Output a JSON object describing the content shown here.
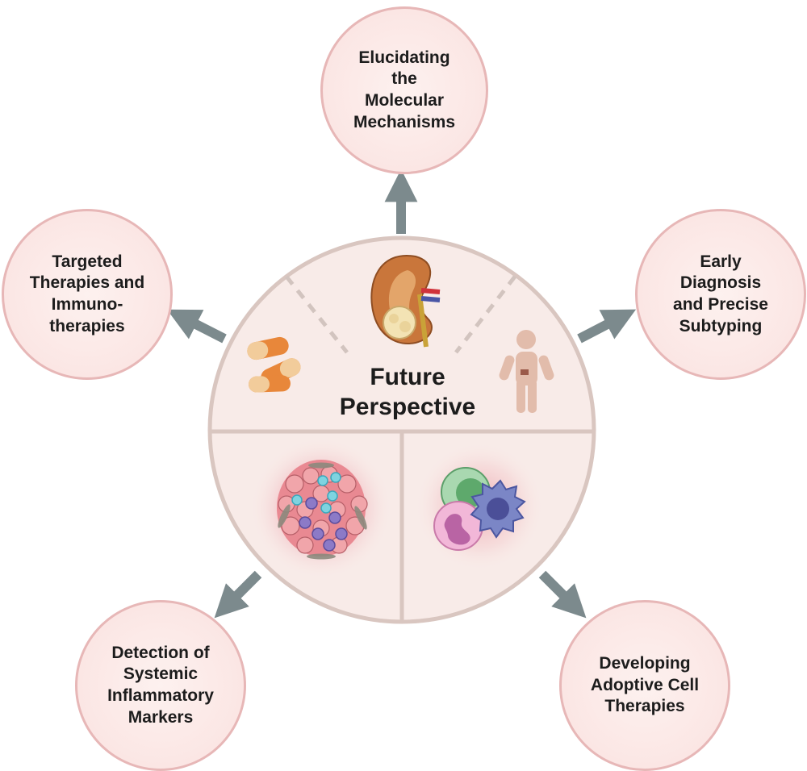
{
  "center": {
    "title": "Future\nPerspective"
  },
  "perspectives": [
    {
      "id": "top",
      "label": "Elucidating\nthe\nMolecular\nMechanisms"
    },
    {
      "id": "right",
      "label": "Early\nDiagnosis\nand Precise\nSubtyping"
    },
    {
      "id": "left",
      "label": "Targeted\nTherapies and\nImmuno-\ntherapies"
    },
    {
      "id": "bottom-left",
      "label": "Detection of\nSystemic\nInflammatory\nMarkers"
    },
    {
      "id": "bottom-right",
      "label": "Developing\nAdoptive Cell\nTherapies"
    }
  ],
  "colors": {
    "bubble_border": "#e7b7b7",
    "bubble_fill": "#fbe6e4",
    "center_border": "#d9c6c0",
    "center_fill": "#f8ebe8",
    "arrow": "#7c8a8d"
  },
  "icons": [
    "kidney-icon",
    "capsule-pills-icon",
    "human-figure-icon",
    "tumor-tissue-icon",
    "immune-cells-icon"
  ]
}
